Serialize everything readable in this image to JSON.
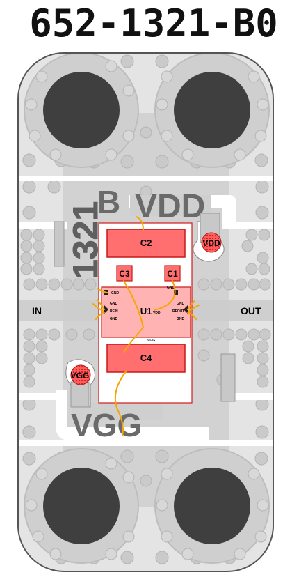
{
  "title": "652-1321-B0",
  "silkscreen": {
    "board_code": "1321",
    "revision": "B",
    "vdd": "VDD",
    "vgg": "VGG"
  },
  "ports": {
    "in": "IN",
    "out": "OUT"
  },
  "components": {
    "c1": "C1",
    "c2": "C2",
    "c3": "C3",
    "c4": "C4",
    "u1": "U1"
  },
  "supply_pads": {
    "vdd": "VDD",
    "vgg": "VGG"
  },
  "pin_labels": {
    "gnd": "GND",
    "rfin": "RFIN",
    "rfout": "RFOUT",
    "vdd": "VDD",
    "vgg": "VGG"
  },
  "colors": {
    "board": "#e6e6e6",
    "copper": "#d3d3d3",
    "via": "#c4c4c4",
    "hole": "#3f3f3f",
    "component": "#ff6f6f",
    "component_border": "#c91818",
    "ic_body": "#ffb3b3",
    "wire": "#f5a700",
    "pad_red": "#e02020",
    "silk_text": "#5f5f5f"
  }
}
